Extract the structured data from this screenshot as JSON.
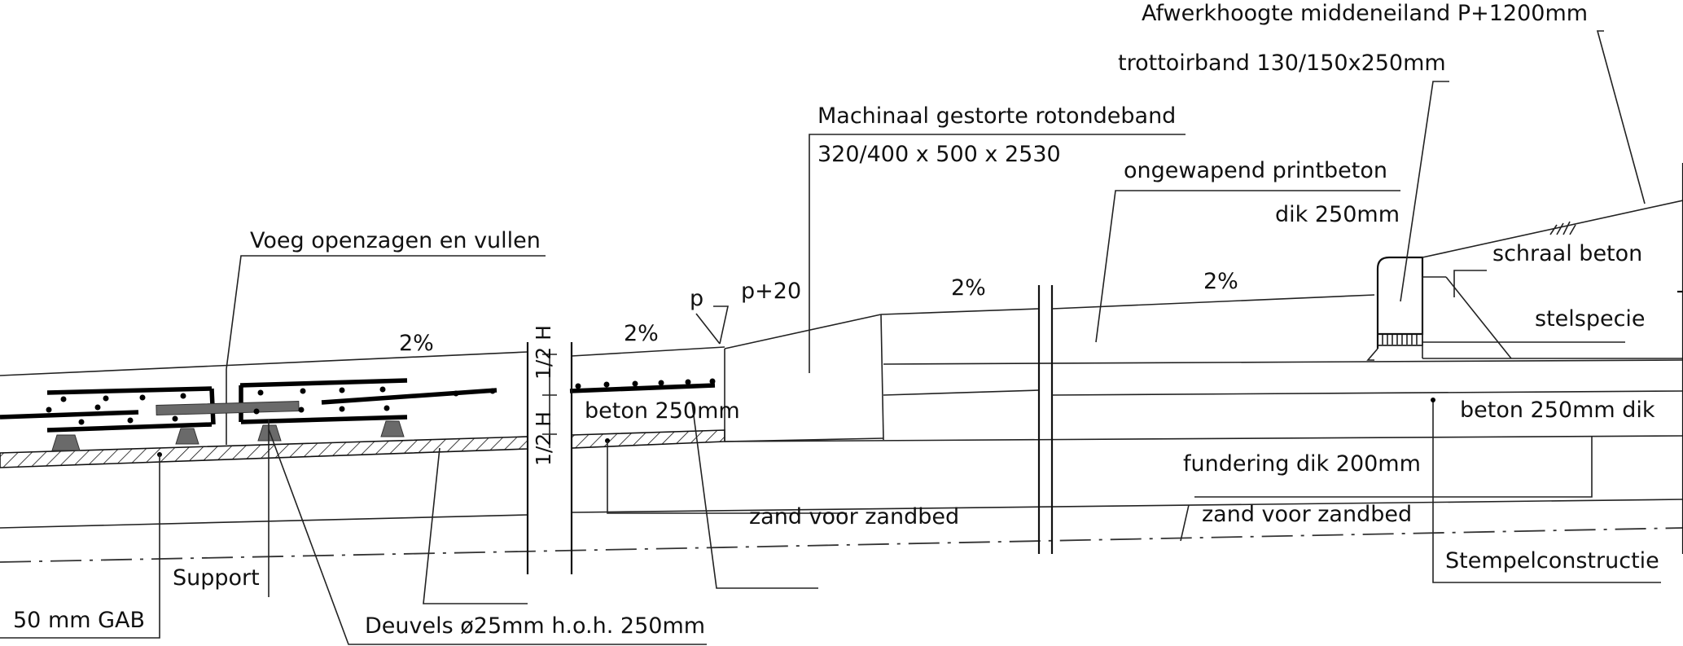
{
  "labels": {
    "voeg": "Voeg openzagen en vullen",
    "slope_left": "2%",
    "half_h_top": "1/2 H",
    "half_h_bottom": "1/2 H",
    "slope_mid": "2%",
    "p": "p",
    "p20": "p+20",
    "beton_left": "beton  250mm",
    "rotonde_line1": "Machinaal gestorte rotondeband",
    "rotonde_line2": "320/400 x 500 x 2530",
    "slope_center": "2%",
    "printbeton_line1": "ongewapend printbeton",
    "printbeton_line2": "dik 250mm",
    "slope_right": "2%",
    "trottoirband": "trottoirband 130/150x250mm",
    "afwerkhoogte": "Afwerkhoogte middeneiland  P+1200mm",
    "schraal": "schraal beton",
    "stelspecie": "stelspecie",
    "beton_right": "beton 250mm dik",
    "fundering": "fundering dik 200mm",
    "zand_mid": "zand voor zandbed",
    "zand_right": "zand voor zandbed",
    "stempel": "Stempelconstructie",
    "support": "Support",
    "gab": "50 mm  GAB",
    "deuvels": "Deuvels ø25mm  h.o.h. 250mm"
  }
}
